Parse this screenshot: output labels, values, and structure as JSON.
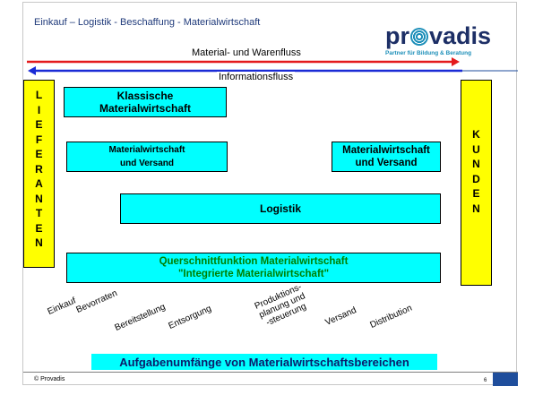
{
  "header": {
    "title": "Einkauf – Logistik - Beschaffung - Materialwirtschaft"
  },
  "logo": {
    "word_start": "pr",
    "word_end": "vadis",
    "tagline": "Partner für Bildung & Beratung"
  },
  "flows": {
    "material": "Material- und Warenfluss",
    "information": "Informationsfluss",
    "material_color": "#e41a1c",
    "information_color": "#1a2bd6"
  },
  "sides": {
    "left": [
      "L",
      "I",
      "E",
      "F",
      "E",
      "R",
      "A",
      "N",
      "T",
      "E",
      "N"
    ],
    "right": [
      "K",
      "U",
      "N",
      "D",
      "E",
      "N"
    ]
  },
  "boxes": {
    "klassisch_l1": "Klassische",
    "klassisch_l2": "Materialwirtschaft",
    "mw_versand_a_l1": "Materialwirtschaft",
    "mw_versand_a_l2": "und Versand",
    "mw_versand_b_l1": "Materialwirtschaft",
    "mw_versand_b_l2": "und Versand",
    "logistik": "Logistik",
    "quer_l1": "Querschnittfunktion Materialwirtschaft",
    "quer_l2": "\"Integrierte Materialwirtschaft\"",
    "quer_text_color": "#008000"
  },
  "stages": {
    "einkauf": "Einkauf",
    "bevorraten": "Bevorraten",
    "bereitstellung": "Bereitstellung",
    "entsorgung": "Entsorgung",
    "produktion_l1": "Produktions-",
    "produktion_l2": "planung und",
    "produktion_l3": "-steuerung",
    "versand": "Versand",
    "distribution": "Distribution"
  },
  "summary": "Aufgabenumfänge von Materialwirtschaftsbereichen",
  "footer": {
    "copyright": "© Provadis",
    "page_number": "6"
  },
  "colors": {
    "supplier_box": "#ffff00",
    "function_box": "#00ffff",
    "navy": "#1f4e9c"
  }
}
